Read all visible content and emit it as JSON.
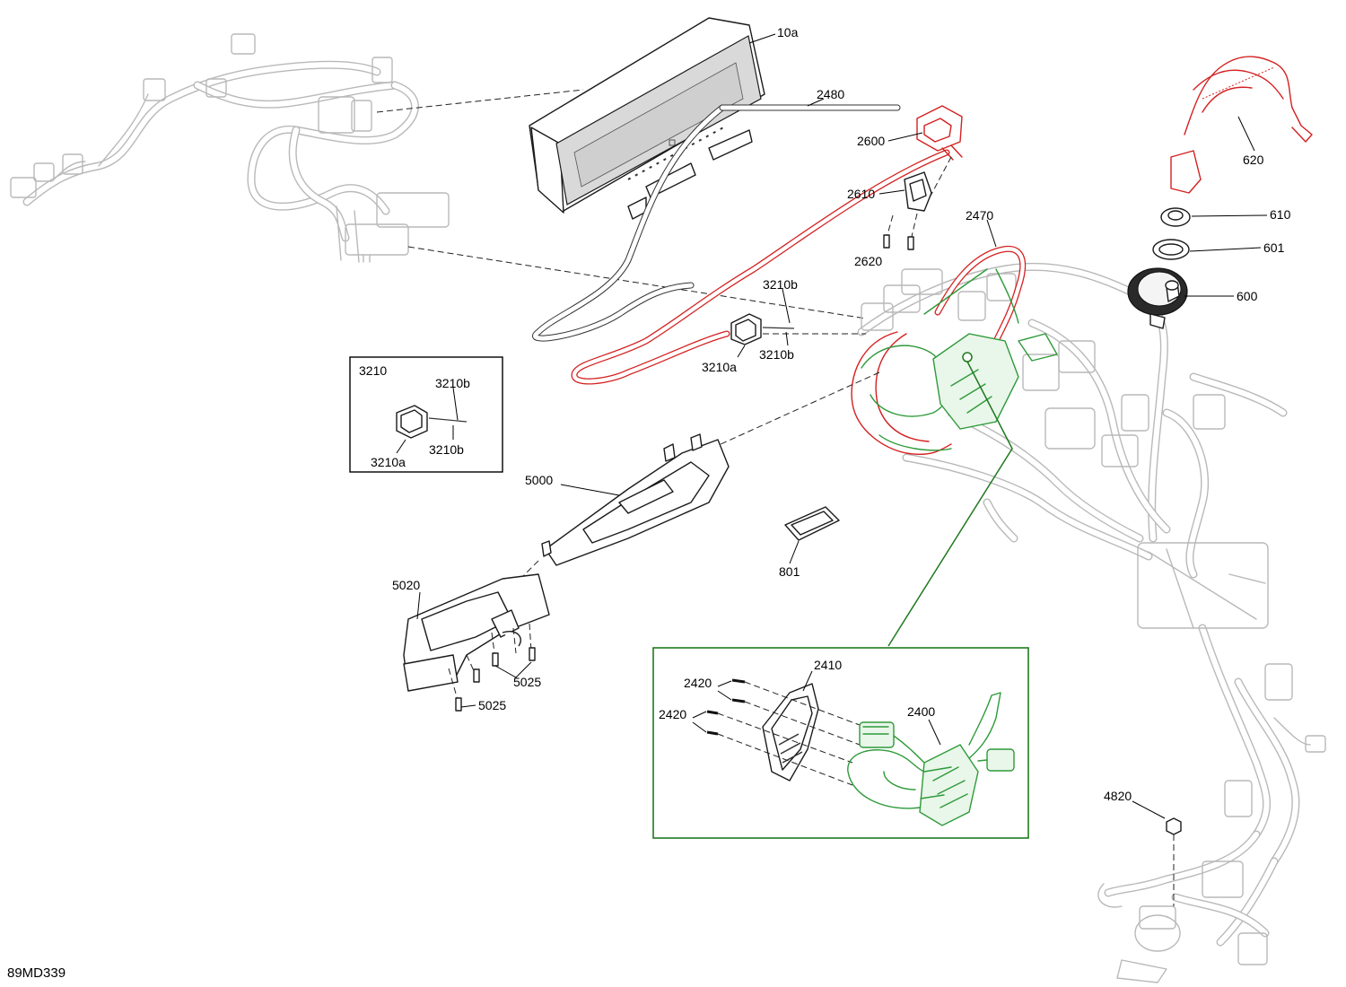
{
  "diagram": {
    "document_id": "89MD339",
    "callouts": {
      "c10a": "10a",
      "c2480": "2480",
      "c2600": "2600",
      "c2610": "2610",
      "c2620": "2620",
      "c2470": "2470",
      "c620": "620",
      "c610": "610",
      "c601": "601",
      "c600": "600",
      "c3210b_top": "3210b",
      "c3210a": "3210a",
      "c3210b_low": "3210b",
      "inset3210_title": "3210",
      "inset3210_b_top": "3210b",
      "inset3210_a": "3210a",
      "inset3210_b_low": "3210b",
      "c5000": "5000",
      "c801": "801",
      "c5020": "5020",
      "c5025_a": "5025",
      "c5025_b": "5025",
      "c2410": "2410",
      "c2420_a": "2420",
      "c2420_b": "2420",
      "c2400": "2400",
      "c4820": "4820"
    },
    "colors": {
      "highlight_red": "#d42020",
      "highlight_green": "#2e9a3a",
      "inset_green_frame": "#1f7a1f",
      "ghost_gray": "#b9b9b9"
    }
  }
}
